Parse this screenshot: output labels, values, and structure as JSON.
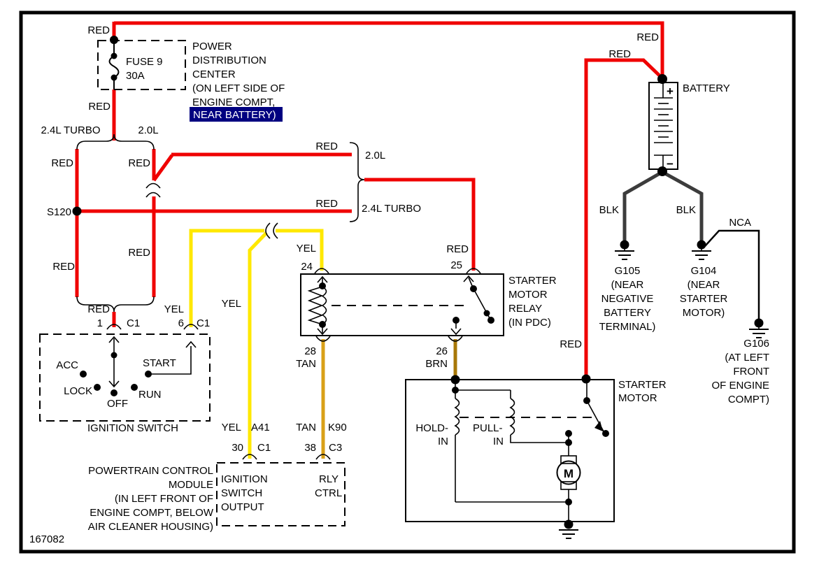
{
  "page": {
    "id_number": "167082"
  },
  "colors": {
    "red": "#ef0000",
    "yellow": "#ffe800",
    "tan": "#d9a018",
    "brown": "#a87808",
    "black_wire": "#3c3c3c",
    "highlight_bg": "#000080",
    "highlight_fg": "#ffffff"
  },
  "wires": {
    "red": "RED",
    "yel": "YEL",
    "tan": "TAN",
    "brn": "BRN",
    "blk": "BLK",
    "nca": "NCA"
  },
  "circuits": {
    "a41": "A41",
    "k90": "K90"
  },
  "engine": {
    "turbo": "2.4L TURBO",
    "base": "2.0L"
  },
  "splice": {
    "label": "S120"
  },
  "pdc": {
    "fuse_name": "FUSE 9",
    "fuse_rating": "30A",
    "title": [
      "POWER",
      "DISTRIBUTION",
      "CENTER",
      "(ON LEFT SIDE OF",
      "ENGINE COMPT,"
    ],
    "highlight": "NEAR BATTERY)"
  },
  "ignition_switch": {
    "title": "IGNITION SWITCH",
    "positions": {
      "acc": "ACC",
      "lock": "LOCK",
      "off": "OFF",
      "run": "RUN",
      "start": "START"
    },
    "pins": {
      "pin1": "1",
      "pin6": "6",
      "conn1": "C1",
      "conn6": "C1"
    }
  },
  "relay": {
    "title": [
      "STARTER",
      "MOTOR",
      "RELAY",
      "(IN PDC)"
    ],
    "pins": {
      "p24": "24",
      "p25": "25",
      "p26": "26",
      "p28": "28"
    }
  },
  "battery": {
    "label": "BATTERY",
    "plus": "+",
    "minus": "−"
  },
  "grounds": {
    "g105": [
      "G105",
      "(NEAR",
      "NEGATIVE",
      "BATTERY",
      "TERMINAL)"
    ],
    "g104": [
      "G104",
      "(NEAR",
      "STARTER",
      "MOTOR)"
    ],
    "g106": [
      "G106",
      "(AT LEFT",
      "FRONT",
      "OF ENGINE",
      "COMPT)"
    ]
  },
  "starter_motor": {
    "title": [
      "STARTER",
      "MOTOR"
    ],
    "hold_in": [
      "HOLD-",
      "IN"
    ],
    "pull_in": [
      "PULL-",
      "IN"
    ],
    "motor_letter": "M"
  },
  "pcm": {
    "label": [
      "POWERTRAIN CONTROL",
      "MODULE",
      "(IN LEFT FRONT OF",
      "ENGINE COMPT, BELOW",
      "AIR CLEANER HOUSING)"
    ],
    "pins": {
      "p30": "30",
      "c1": "C1",
      "p38": "38",
      "c3": "C3"
    },
    "functions": {
      "ign_out": [
        "IGNITION",
        "SWITCH",
        "OUTPUT"
      ],
      "rly_ctrl": [
        "RLY",
        "CTRL"
      ]
    }
  }
}
